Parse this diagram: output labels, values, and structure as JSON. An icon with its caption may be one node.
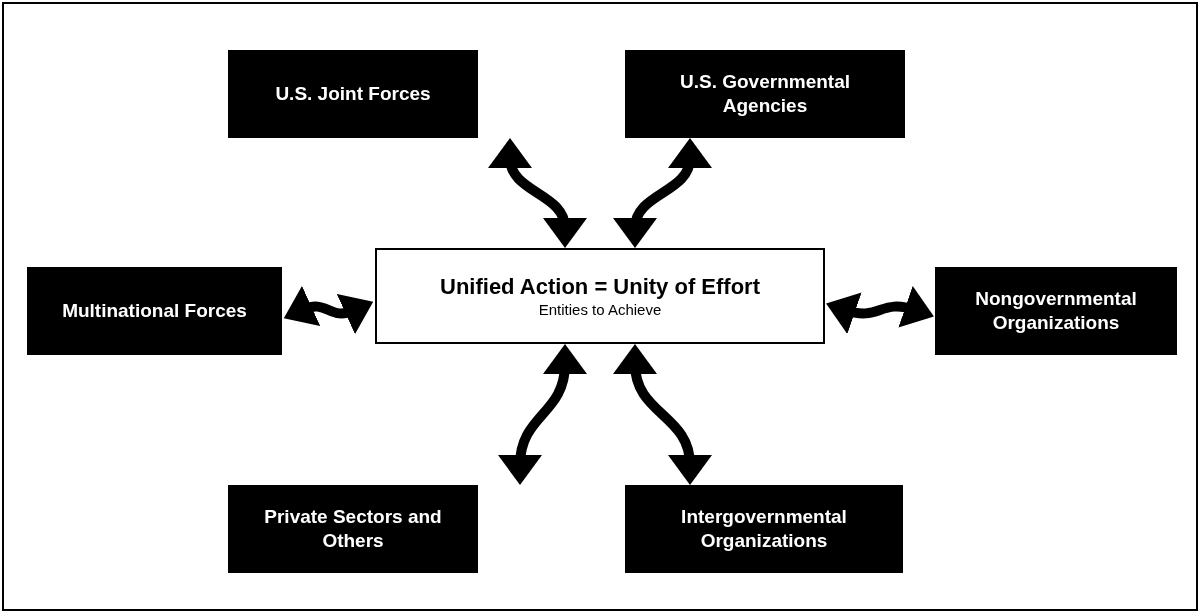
{
  "diagram": {
    "nodes": [
      {
        "text": [
          "Unified Action = Unity of Effort",
          "Entities to Achieve"
        ]
      },
      {
        "text": [
          "U.S. Joint Forces"
        ]
      },
      {
        "text": [
          "U.S. Governmental Agencies"
        ]
      },
      {
        "text": [
          "Multinational Forces"
        ]
      },
      {
        "text": [
          "Nongovernmental Organizations"
        ]
      },
      {
        "text": [
          "Private Sectors and Others"
        ]
      },
      {
        "text": [
          "Intergovernmental Organizations"
        ]
      }
    ],
    "edges": [
      {
        "from": 1,
        "to": 0,
        "arrow": "both"
      },
      {
        "from": 2,
        "to": 0,
        "arrow": "both"
      },
      {
        "from": 3,
        "to": 0,
        "arrow": "both"
      },
      {
        "from": 4,
        "to": 0,
        "arrow": "both"
      },
      {
        "from": 5,
        "to": 0,
        "arrow": "both"
      },
      {
        "from": 6,
        "to": 0,
        "arrow": "both"
      }
    ]
  }
}
